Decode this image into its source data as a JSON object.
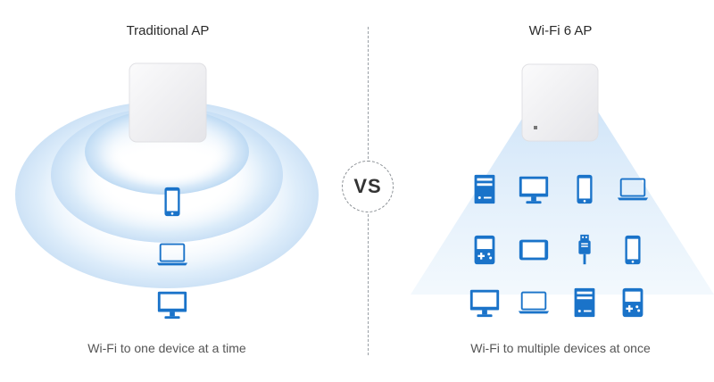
{
  "left": {
    "title": "Traditional AP",
    "caption": "Wi-Fi to one device at a time",
    "devices": [
      "phone-icon",
      "laptop-icon",
      "monitor-icon"
    ]
  },
  "right": {
    "title": "Wi-Fi 6 AP",
    "caption": "Wi-Fi to multiple devices at once",
    "devices": [
      [
        "server-icon",
        "monitor-icon",
        "phone-icon",
        "laptop-icon"
      ],
      [
        "gameboy-icon",
        "tablet-icon",
        "usb-dongle-icon",
        "phone-icon"
      ],
      [
        "monitor-icon",
        "laptop-icon",
        "server-icon",
        "gameboy-icon"
      ]
    ]
  },
  "vs_label": "VS",
  "colors": {
    "icon": "#1a73c9",
    "signal": "#d6e9fa",
    "beam": "#e3f0fb",
    "ap": "#eeeef0"
  }
}
